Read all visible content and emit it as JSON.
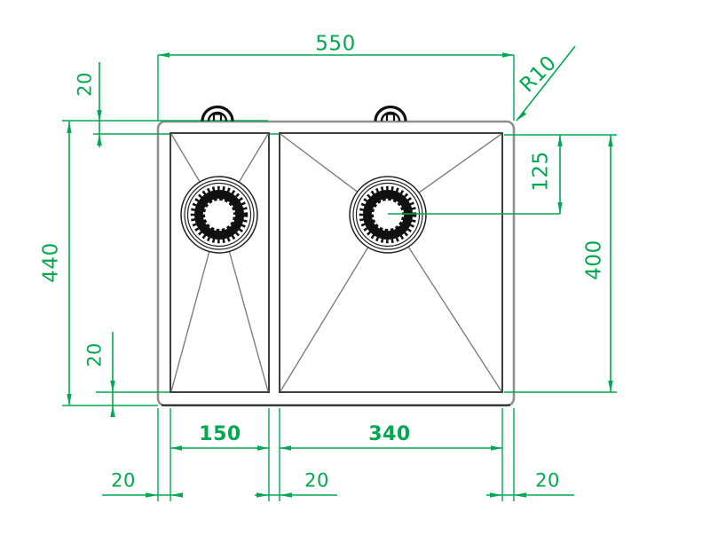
{
  "drawing_type": "sink-top-view-technical-drawing",
  "colors": {
    "dimension_green": "#00a94f",
    "outer_outline_gray": "#8f8f8f",
    "bowl_line_dark": "#3f3f3f",
    "detail_black": "#1a1a1a"
  },
  "dimensions": {
    "top_width": "550",
    "top_offset": "20",
    "corner_radius": "R10",
    "overall_height": "440",
    "drain_center_offset": "125",
    "inner_height": "400",
    "bottom_offset": "20",
    "left_bowl_width": "150",
    "right_bowl_width": "340",
    "bottom_gap_left": "20",
    "bottom_gap_middle": "20",
    "bottom_gap_right": "20"
  }
}
